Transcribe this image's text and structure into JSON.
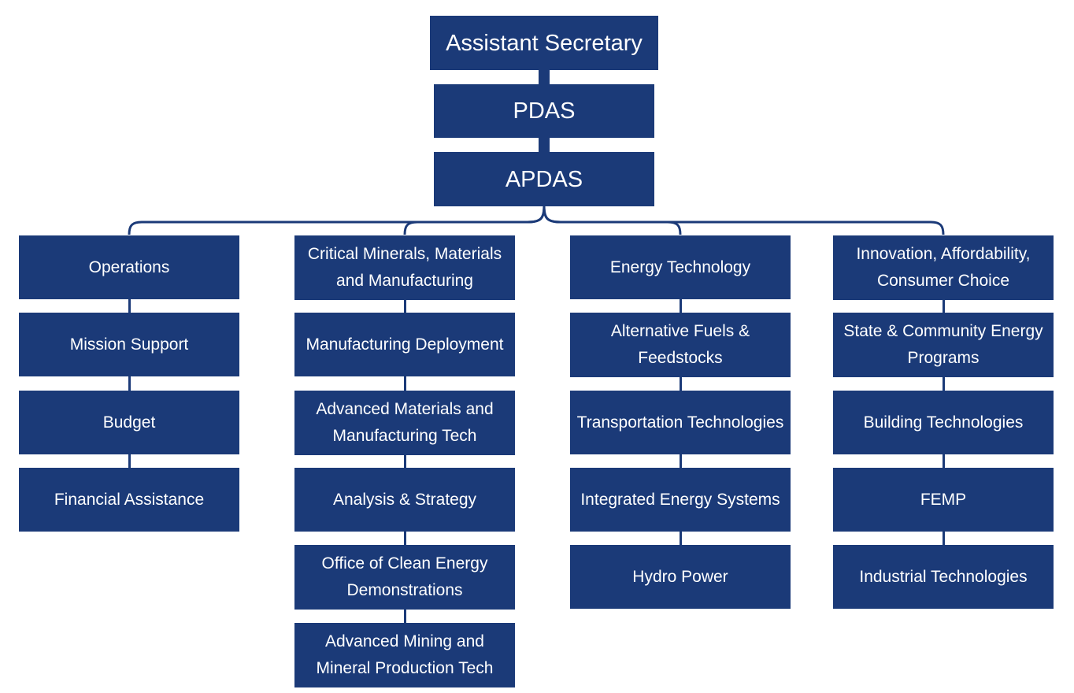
{
  "top": {
    "assistant_secretary": "Assistant Secretary",
    "pdas": "PDAS",
    "apdas": "APDAS"
  },
  "columns": [
    {
      "header": "Operations",
      "items": [
        "Mission Support",
        "Budget",
        "Financial Assistance"
      ]
    },
    {
      "header": "Critical Minerals, Materials\nand Manufacturing",
      "items": [
        "Manufacturing Deployment",
        "Advanced Materials and\nManufacturing Tech",
        "Analysis & Strategy",
        "Office of Clean Energy\nDemonstrations",
        "Advanced Mining and\nMineral Production Tech"
      ]
    },
    {
      "header": "Energy Technology",
      "items": [
        "Alternative Fuels &\nFeedstocks",
        "Transportation Technologies",
        "Integrated Energy Systems",
        "Hydro Power"
      ]
    },
    {
      "header": "Innovation, Affordability,\nConsumer Choice",
      "items": [
        "State & Community Energy\nPrograms",
        "Building Technologies",
        "FEMP",
        "Industrial Technologies"
      ]
    }
  ],
  "colors": {
    "box": "#1b3a78",
    "text": "#ffffff",
    "background": "#ffffff"
  }
}
